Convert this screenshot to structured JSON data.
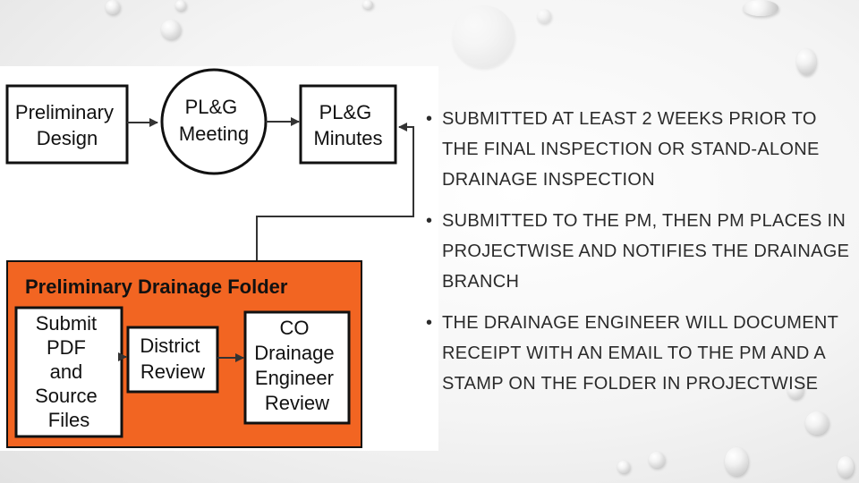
{
  "diagram": {
    "top_boxes": [
      {
        "lines": [
          "Preliminary",
          "Design"
        ]
      },
      {
        "lines": [
          "PL&G",
          "Meeting"
        ]
      },
      {
        "lines": [
          "PL&G",
          "Minutes"
        ]
      }
    ],
    "folder": {
      "title": "Preliminary Drainage Folder",
      "boxes": [
        {
          "lines": [
            "Submit",
            "PDF",
            "and",
            "Source",
            "Files"
          ]
        },
        {
          "lines": [
            "District",
            "Review"
          ]
        },
        {
          "lines": [
            "CO",
            "Drainage",
            "Engineer",
            "Review"
          ]
        }
      ]
    },
    "colors": {
      "folder_fill": "#f26522",
      "box_border": "#111111",
      "box_fill": "#ffffff"
    }
  },
  "bullets": [
    "SUBMITTED AT LEAST 2 WEEKS PRIOR TO THE FINAL INSPECTION OR STAND-ALONE DRAINAGE INSPECTION",
    "SUBMITTED TO THE PM, THEN PM PLACES IN PROJECTWISE AND NOTIFIES THE DRAINAGE BRANCH",
    "THE DRAINAGE ENGINEER WILL DOCUMENT RECEIPT WITH AN EMAIL TO THE PM AND A STAMP ON THE FOLDER IN PROJECTWISE"
  ]
}
